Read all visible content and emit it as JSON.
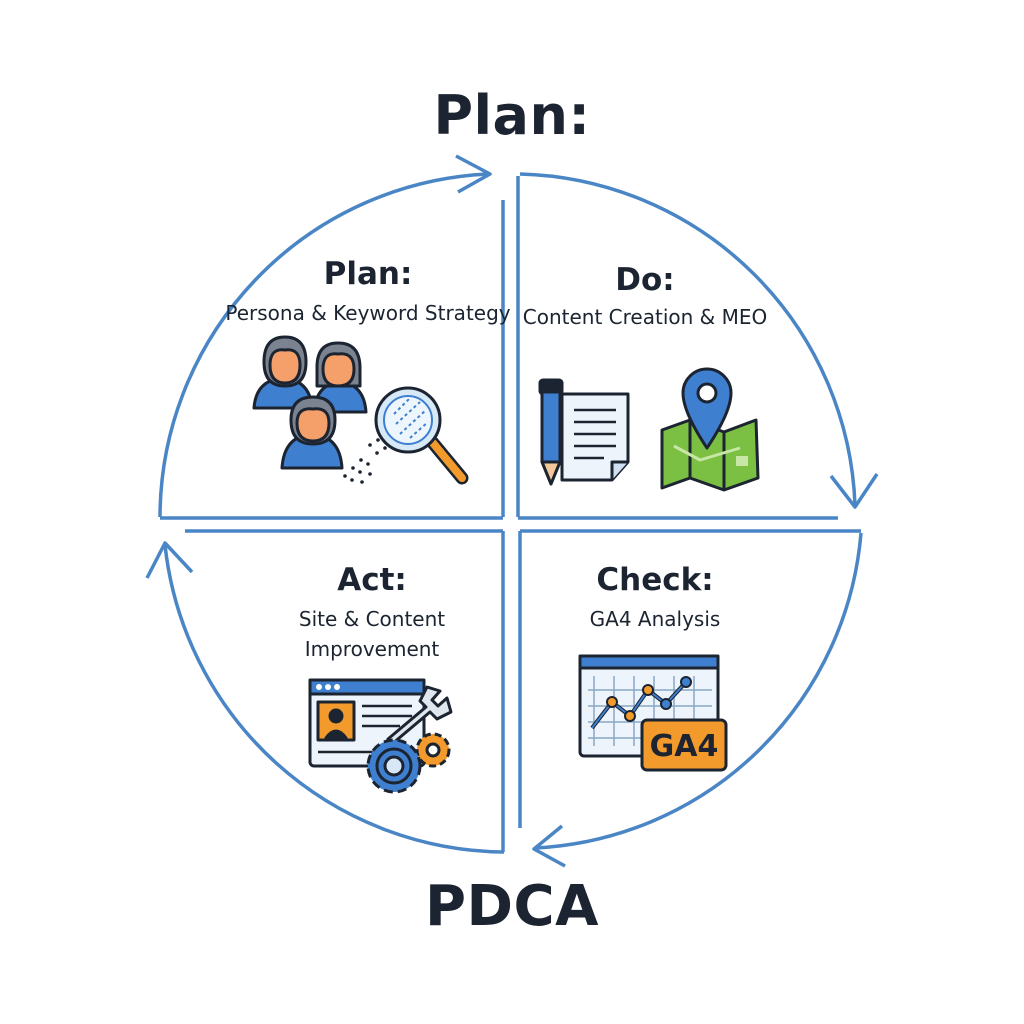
{
  "title": "Plan:",
  "footer": "PDCA",
  "colors": {
    "ring": "#4a86c5",
    "ink": "#1b2430",
    "icon_blue": "#3f7fd0",
    "accent_orange": "#f39a2d",
    "map_green": "#7bc043"
  },
  "quadrants": {
    "plan": {
      "heading": "Plan:",
      "subtitle": "Persona & Keyword Strategy",
      "icons": [
        "people-icon",
        "magnifier-icon"
      ]
    },
    "do": {
      "heading": "Do:",
      "subtitle": "Content Creation & MEO",
      "icons": [
        "pen-icon",
        "document-icon",
        "map-pin-icon"
      ]
    },
    "check": {
      "heading": "Check:",
      "subtitle": "GA4 Analysis",
      "badge": "GA4",
      "icons": [
        "line-chart-icon",
        "ga4-badge"
      ]
    },
    "act": {
      "heading": "Act:",
      "subtitle_line1": "Site & Content",
      "subtitle_line2": "Improvement",
      "icons": [
        "browser-window-icon",
        "gear-icon",
        "wrench-icon"
      ]
    }
  }
}
